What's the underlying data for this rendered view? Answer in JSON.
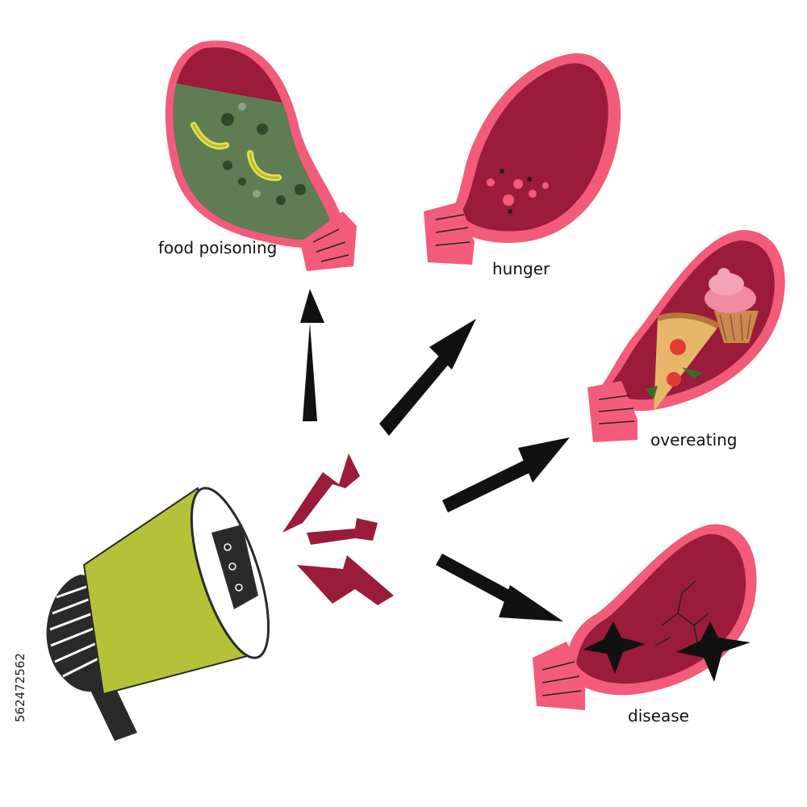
{
  "labels": {
    "food_poisoning": "food poisoning",
    "hunger": "hunger",
    "overeating": "overeating",
    "disease": "disease"
  },
  "side_id": "562472562",
  "colors": {
    "stomach_outer": "#f25c7a",
    "stomach_inner": "#9b1b3a",
    "germ_fill": "#5f7d54",
    "megaphone_body": "#b5c238",
    "megaphone_dark": "#2a2a2a",
    "sound_bolts": "#9b1b3a",
    "arrows": "#111111"
  },
  "icons": [
    "megaphone-icon",
    "stomach-icon",
    "arrow-icon",
    "bacteria-icon",
    "pizza-icon",
    "cupcake-icon",
    "crack-icon"
  ]
}
